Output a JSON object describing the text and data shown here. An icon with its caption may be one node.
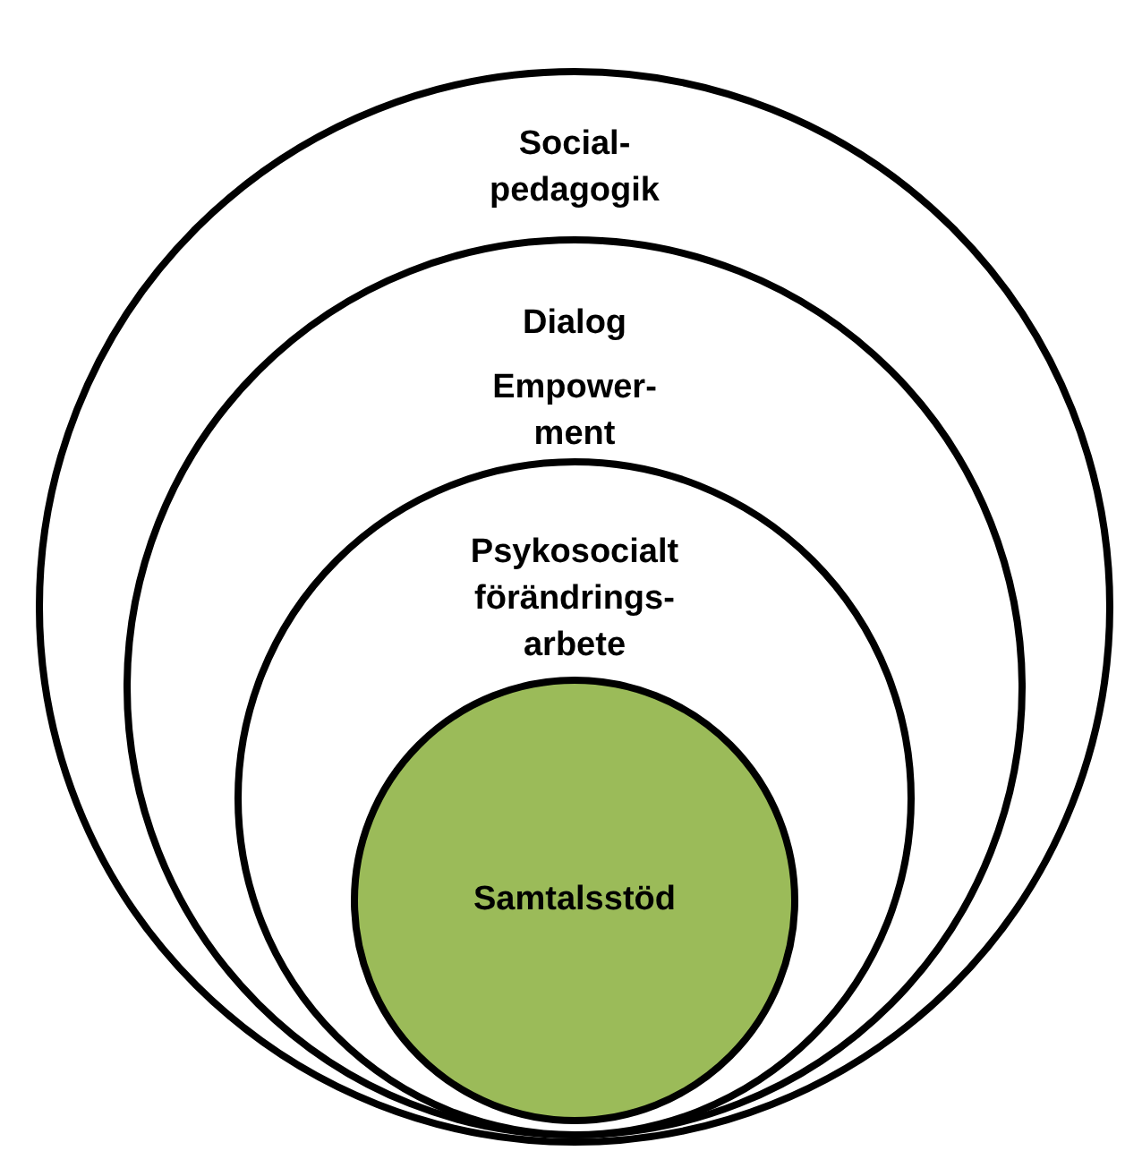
{
  "diagram": {
    "nodes": [
      {
        "text": [
          "Social- pedagogik"
        ]
      },
      {
        "text": [
          "Dialog",
          "Empower- ment"
        ],
        "in": 0
      },
      {
        "text": [
          "Psykosocialt förändrings- arbete"
        ],
        "in": 1
      },
      {
        "text": [
          "Samtalsstöd"
        ],
        "in": 2
      }
    ]
  }
}
